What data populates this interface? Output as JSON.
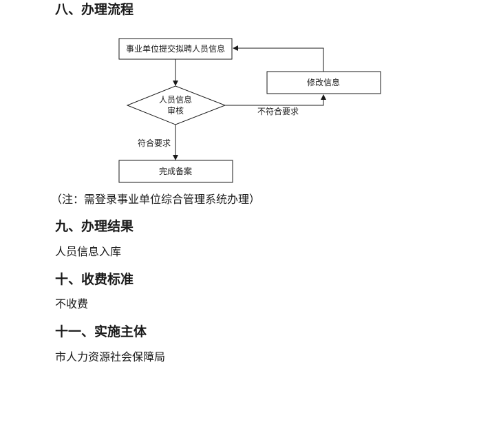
{
  "sections": {
    "s8": {
      "heading": "八、办理流程"
    },
    "s9": {
      "heading": "九、办理结果",
      "content": "人员信息入库"
    },
    "s10": {
      "heading": "十、收费标准",
      "content": "不收费"
    },
    "s11": {
      "heading": "十一、实施主体",
      "content": "市人力资源社会保障局"
    }
  },
  "flowchart": {
    "submit_label": "事业单位提交拟聘人员信息",
    "review_label_line1": "人员信息",
    "review_label_line2": "审核",
    "modify_label": "修改信息",
    "complete_label": "完成备案",
    "fail_label": "不符合要求",
    "pass_label": "符合要求",
    "note": "（注：需登录事业单位综合管理系统办理）"
  }
}
